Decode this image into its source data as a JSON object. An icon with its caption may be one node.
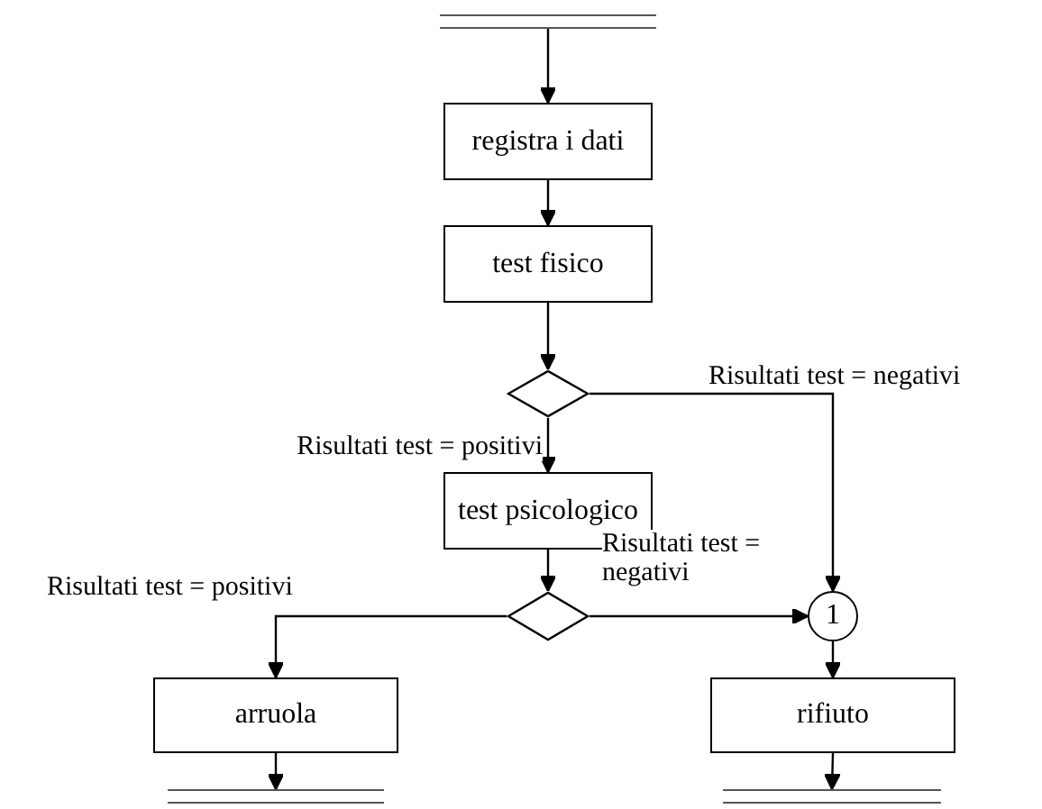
{
  "diagram": {
    "nodes": [
      {
        "text": [],
        "shape": "bar"
      },
      {
        "text": [
          "registra i dati"
        ]
      },
      {
        "text": [
          "test fisico"
        ]
      },
      {
        "text": [],
        "shape": "diamond"
      },
      {
        "text": [
          "test psicologico"
        ]
      },
      {
        "text": [],
        "shape": "diamond"
      },
      {
        "text": [
          "1"
        ]
      },
      {
        "text": [
          "arruola"
        ]
      },
      {
        "text": [
          "rifiuto"
        ]
      },
      {
        "text": [],
        "shape": "bar"
      },
      {
        "text": [],
        "shape": "bar"
      }
    ],
    "edges": [
      {
        "from": 0,
        "to": 1,
        "arrow": "to"
      },
      {
        "from": 1,
        "to": 2,
        "arrow": "to"
      },
      {
        "from": 2,
        "to": 3,
        "arrow": "to"
      },
      {
        "from": 3,
        "to": 4,
        "arrow": "to",
        "label": "Risultati test = positivi"
      },
      {
        "from": 3,
        "to": 6,
        "arrow": "to",
        "label": "Risultati test = negativi"
      },
      {
        "from": 4,
        "to": 5,
        "arrow": "to"
      },
      {
        "from": 5,
        "to": 7,
        "arrow": "to",
        "label": "Risultati test = positivi"
      },
      {
        "from": 5,
        "to": 6,
        "arrow": "to",
        "label": "Risultati test = negativi"
      },
      {
        "from": 6,
        "to": 8,
        "arrow": "to"
      },
      {
        "from": 7,
        "to": 9,
        "arrow": "to"
      },
      {
        "from": 8,
        "to": 10,
        "arrow": "to"
      }
    ]
  }
}
